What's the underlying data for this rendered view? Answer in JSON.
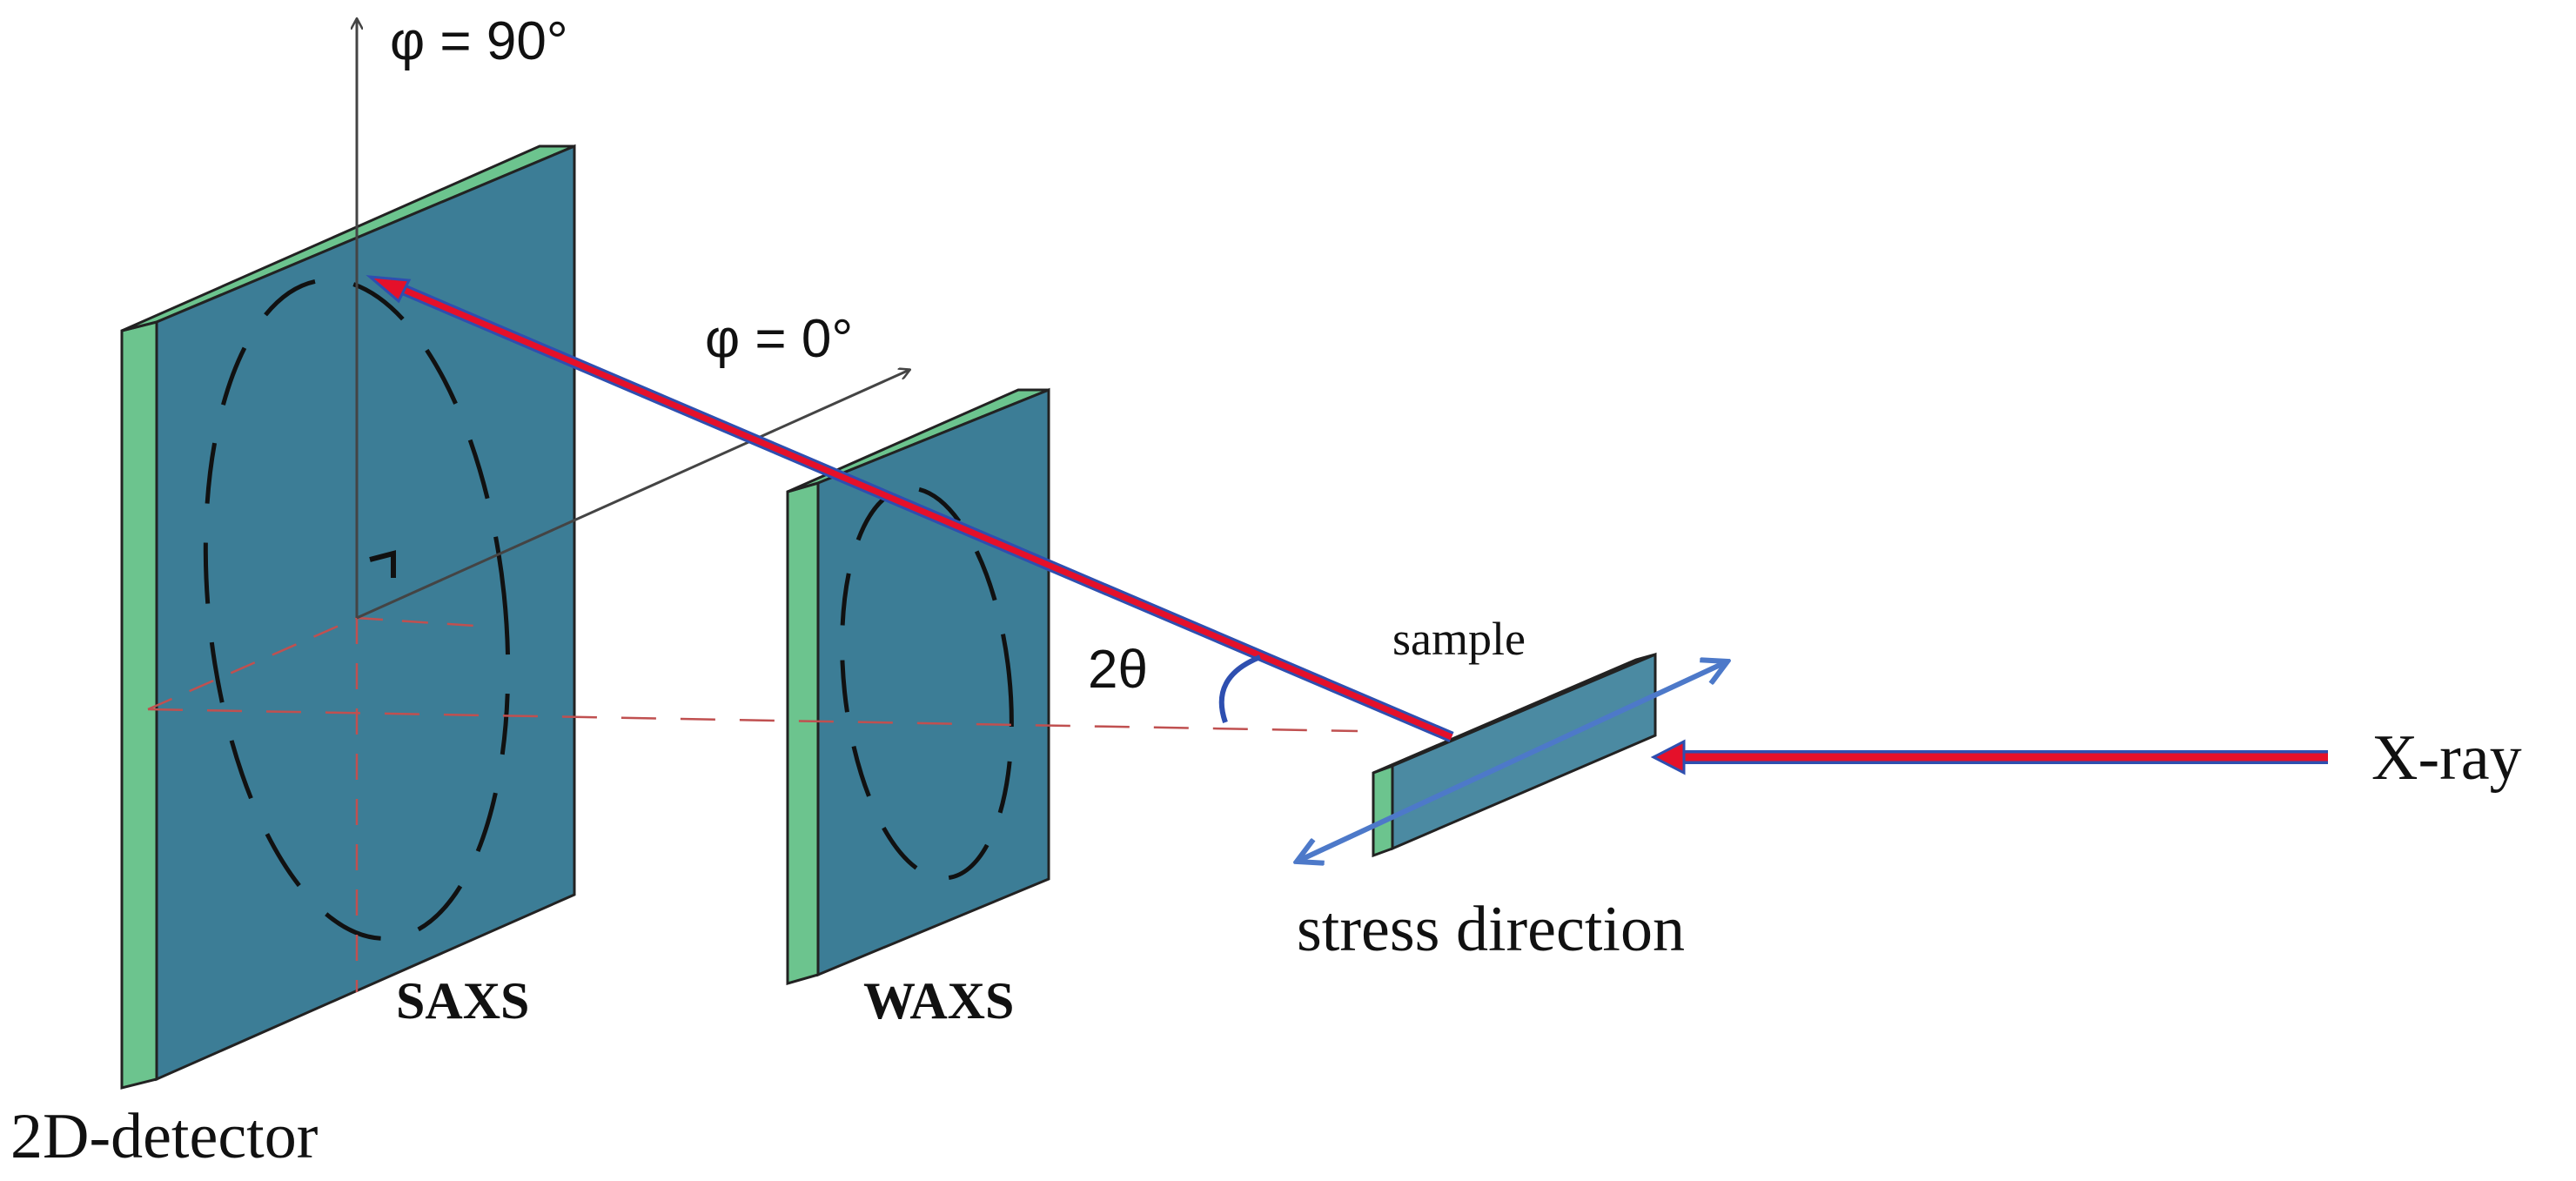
{
  "labels": {
    "phi90": "φ = 90°",
    "phi0": "φ = 0°",
    "two_theta": "2θ",
    "sample": "sample",
    "xray": "X-ray",
    "stress_direction": "stress direction",
    "saxs": "SAXS",
    "waxs": "WAXS",
    "detector": "2D-detector"
  },
  "colors": {
    "detector_face": "#3c7d96",
    "detector_edge": "#6cc48e",
    "beam_red": "#e5102a",
    "beam_blue": "#2e4fb0",
    "stress_arrow": "#4d79c9",
    "axis_dark": "#444444",
    "axis_red_dashed": "#c05050"
  }
}
